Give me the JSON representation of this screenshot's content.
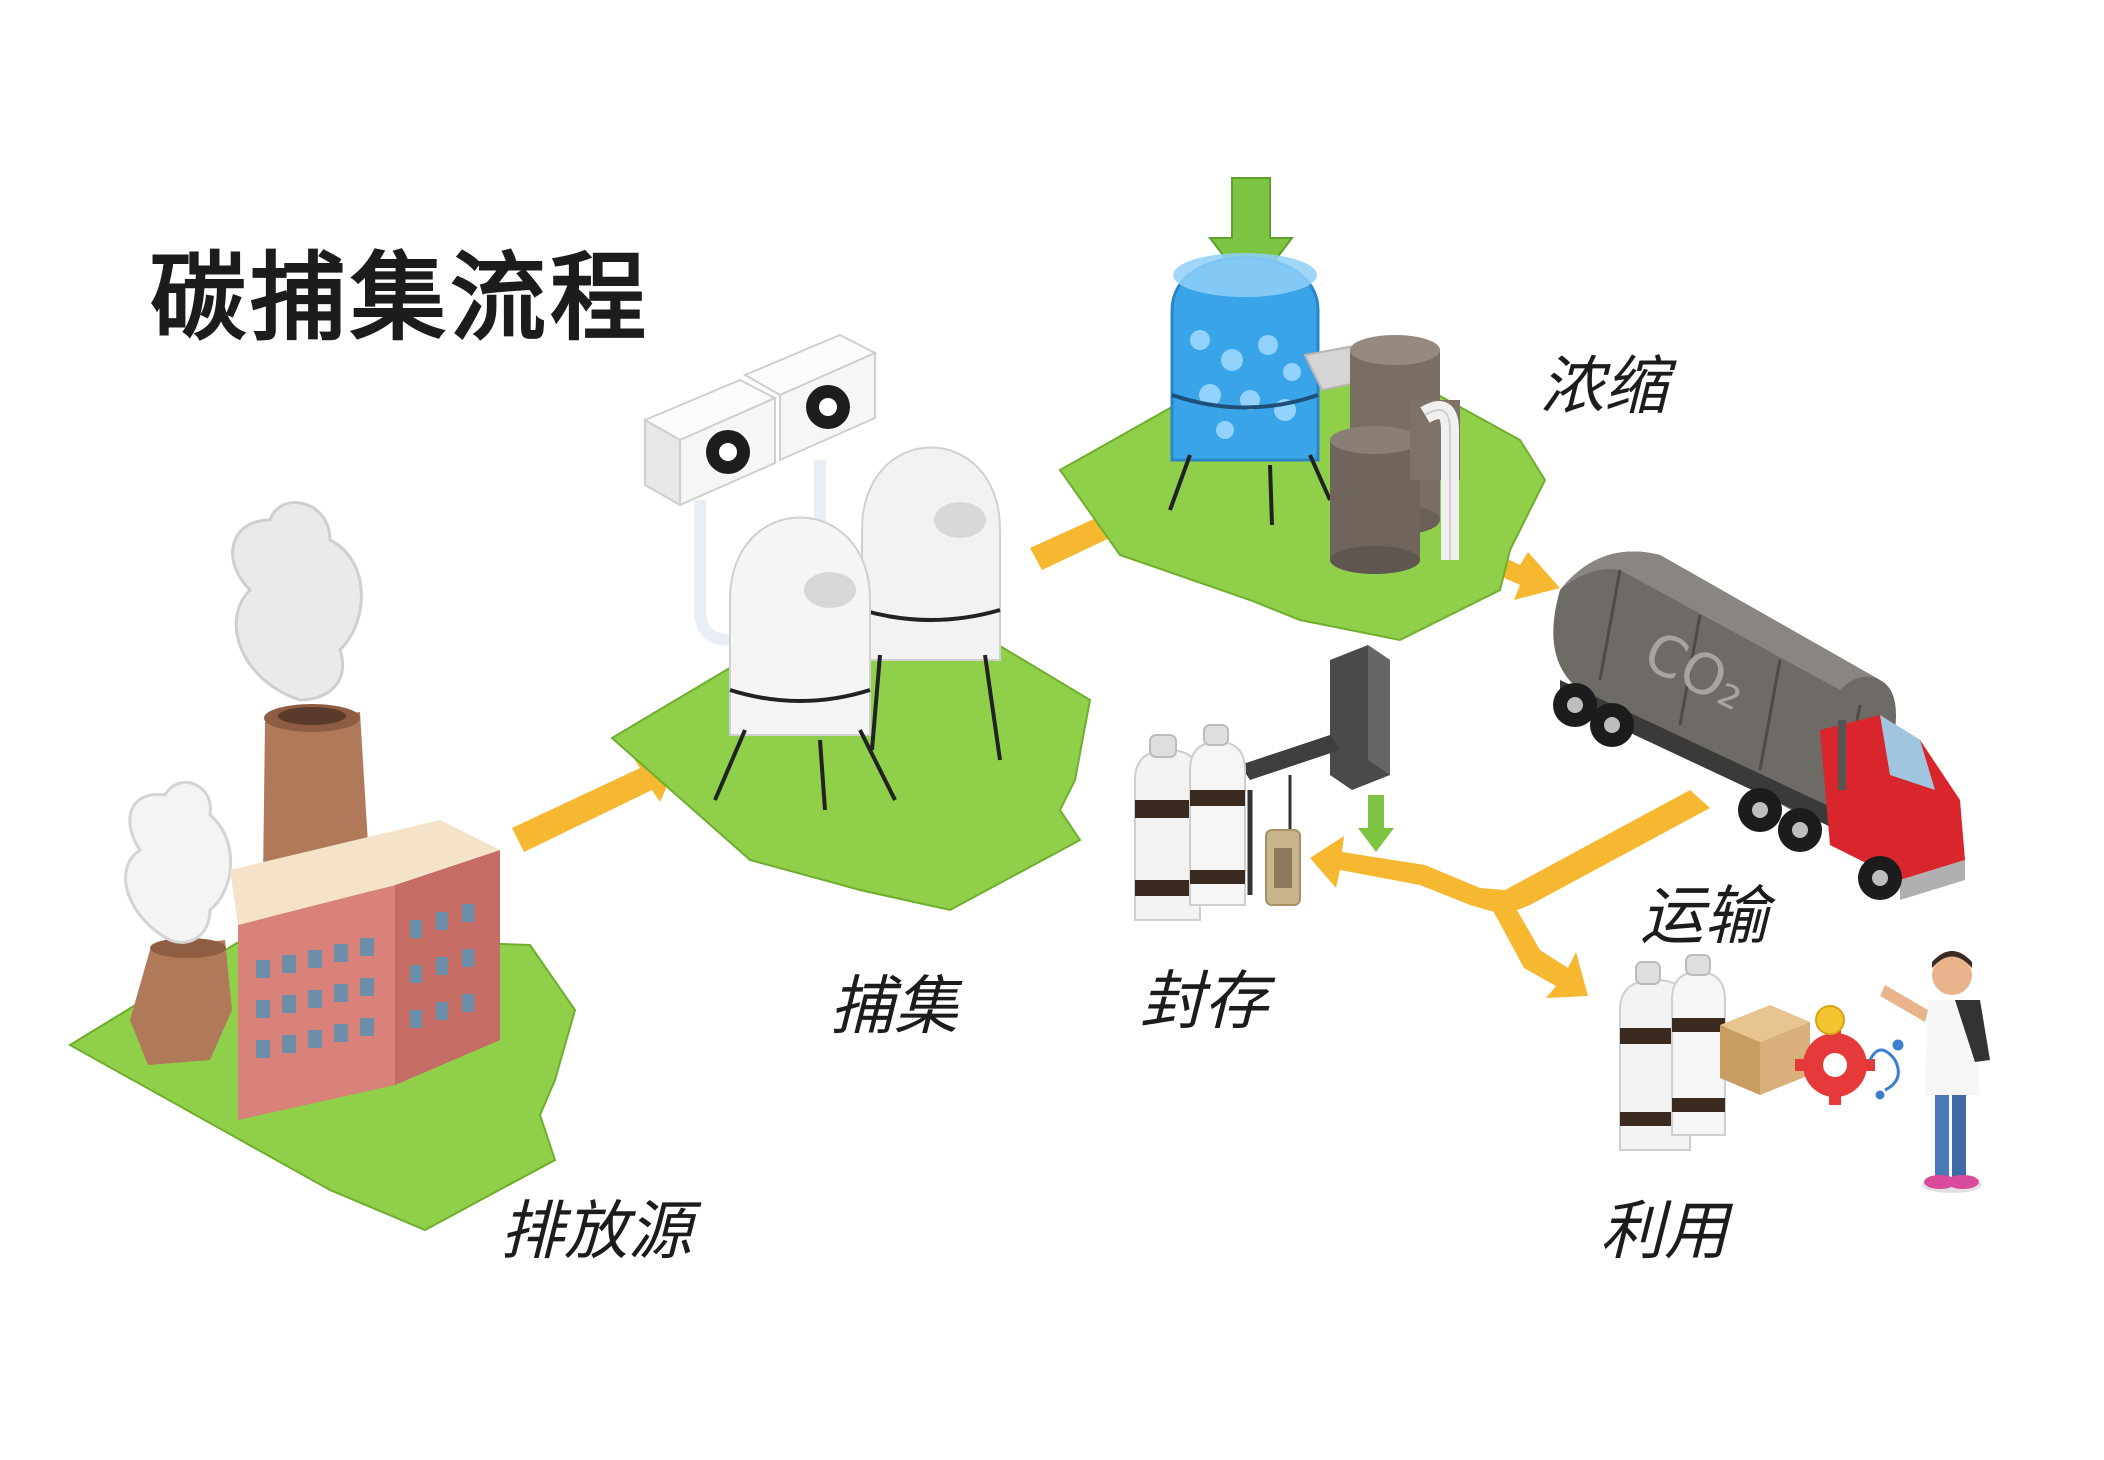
{
  "title": "碳捕集流程",
  "steps": {
    "source": "排放源",
    "capture": "捕集",
    "concentrate": "浓缩",
    "storage": "封存",
    "transport": "运输",
    "utilize": "利用"
  },
  "truck_marking": "CO₂",
  "colors": {
    "ground": "#8fcf4a",
    "ground_edge": "#6fae2e",
    "arrow": "#f5b830",
    "down_arrow": "#7cc441",
    "brick": "#d9827a",
    "chimney": "#b07a5a",
    "tank_white": "#f2f2f2",
    "vessel_blue": "#3aa4e8",
    "column_brown": "#7a6e64",
    "tank_grey": "#6e6a66",
    "cab_red": "#d8262c"
  }
}
